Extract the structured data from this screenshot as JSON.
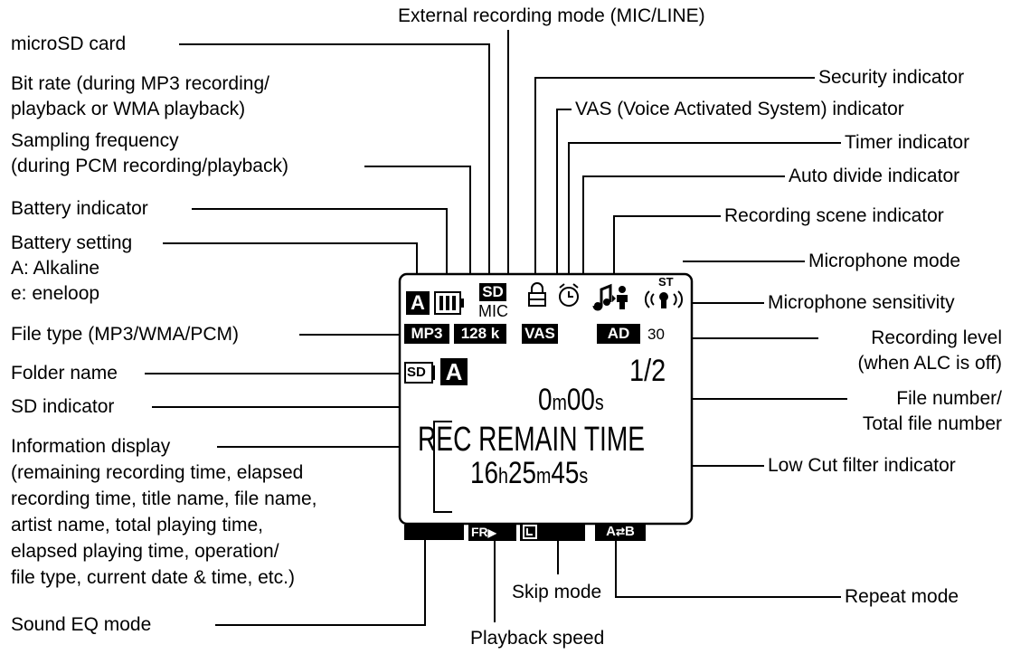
{
  "labels": {
    "external_mode": "External recording mode (MIC/LINE)",
    "microsd": "microSD card",
    "bitrate": [
      "Bit rate (during MP3 recording/",
      "playback or WMA playback)"
    ],
    "sampling": [
      "Sampling frequency",
      "(during PCM recording/playback)"
    ],
    "battery_indicator": "Battery indicator",
    "battery_setting": [
      "Battery setting",
      "A: Alkaline",
      "e: eneloop"
    ],
    "file_type": "File type (MP3/WMA/PCM)",
    "folder_name": "Folder name",
    "sd_indicator": "SD indicator",
    "info_display": [
      "Information display",
      "(remaining recording time, elapsed",
      "recording time, title name, file name,",
      "artist name, total playing time,",
      "elapsed playing time, operation/",
      "file type, current date & time, etc.)"
    ],
    "sound_eq": "Sound EQ mode",
    "security": "Security indicator",
    "vas": "VAS (Voice Activated System) indicator",
    "timer": "Timer indicator",
    "auto_divide": "Auto divide indicator",
    "scene": "Recording scene indicator",
    "mic_mode": "Microphone mode",
    "mic_sens": "Microphone sensitivity",
    "rec_level": [
      "Recording level",
      "(when ALC is off)"
    ],
    "file_number": [
      "File number/",
      "Total file number"
    ],
    "low_cut": "Low Cut filter indicator",
    "repeat": "Repeat mode",
    "skip": "Skip mode",
    "speed": "Playback speed"
  },
  "display": {
    "battery_setting": "A",
    "sd_mic": [
      "SD",
      "MIC"
    ],
    "st": "ST",
    "file_type": "MP3",
    "bitrate": "128 k",
    "vas": "VAS",
    "ad": "AD",
    "level": "30",
    "sd": "SD",
    "folder": "A",
    "file_num": "1/2",
    "elapsed_m": "0",
    "elapsed_m_unit": "m",
    "elapsed_s": "00",
    "elapsed_s_unit": "s",
    "rec_remain": "REC REMAIN TIME",
    "remain_h": "16",
    "remain_h_unit": "h",
    "remain_m": "25",
    "remain_m_unit": "m",
    "remain_s": "45",
    "remain_s_unit": "s",
    "speed_icon": "FR",
    "repeat": "A",
    "repeat_b": "B"
  }
}
